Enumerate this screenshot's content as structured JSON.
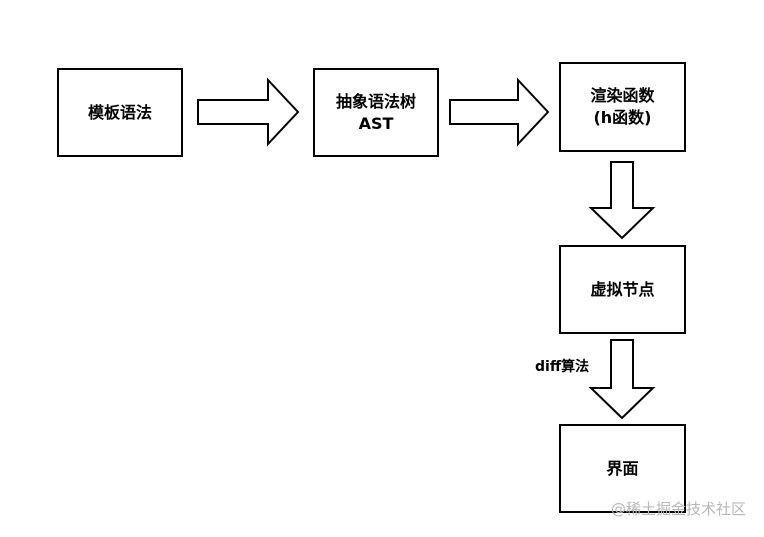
{
  "nodes": {
    "template_syntax": {
      "label": "模板语法"
    },
    "ast": {
      "line1": "抽象语法树",
      "line2": "AST"
    },
    "render_function": {
      "line1": "渲染函数",
      "line2": "(h函数)"
    },
    "virtual_node": {
      "label": "虚拟节点"
    },
    "interface": {
      "label": "界面"
    }
  },
  "edges": {
    "diff_label": "diff算法"
  },
  "watermark": "@稀土掘金技术社区",
  "colors": {
    "stroke": "#000000",
    "fill": "#ffffff",
    "watermark": "#b8b8b8"
  }
}
